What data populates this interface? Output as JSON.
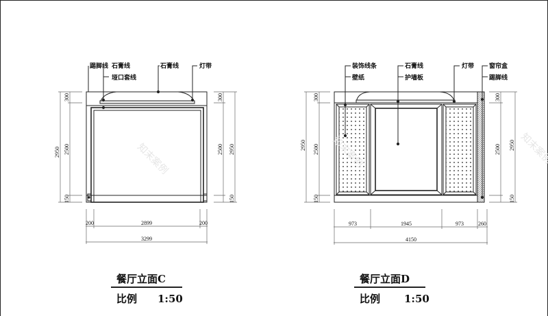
{
  "drawing": {
    "type": "CAD interior elevation sheet",
    "stroke_color": "#222222",
    "background": "#ffffff",
    "watermark": "知末案例"
  },
  "elevation_c": {
    "title": "餐厅立面C",
    "scale_label": "比例",
    "scale_value": "1:50",
    "callouts": [
      "踢脚线",
      "石膏线",
      "垭口套线",
      "石膏线",
      "灯带"
    ],
    "dims_left": {
      "total": "2950",
      "segments": [
        "300",
        "2500",
        "150"
      ]
    },
    "dims_right": {
      "total": "2950",
      "segments": [
        "300",
        "2500",
        "150"
      ]
    },
    "dims_bottom": {
      "segments": [
        "200",
        "2899",
        "200"
      ],
      "total": "3299"
    }
  },
  "elevation_d": {
    "title": "餐厅立面D",
    "scale_label": "比例",
    "scale_value": "1:50",
    "callouts": [
      "装饰线条",
      "壁纸",
      "石膏线",
      "护墙板",
      "灯带",
      "窗帘盒",
      "踢脚线"
    ],
    "dims_left": {
      "total": "2950",
      "segments": [
        "300",
        "2500",
        "150"
      ]
    },
    "dims_right": {
      "total": "2950",
      "segments": [
        "300",
        "2500",
        "150"
      ]
    },
    "dims_bottom": {
      "segments": [
        "973",
        "1945",
        "973",
        "260"
      ],
      "total": "4150"
    }
  }
}
